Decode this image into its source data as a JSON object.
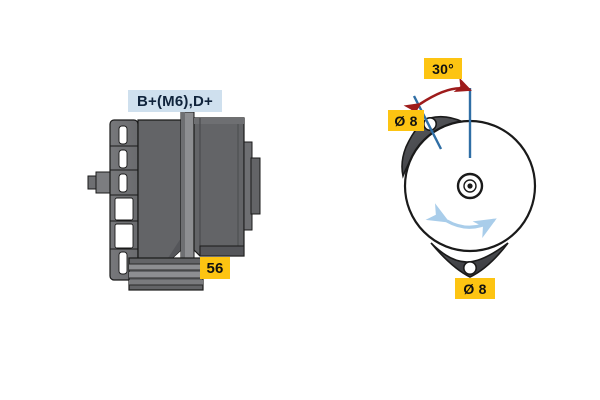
{
  "drawing": {
    "title": "Alternator technical drawing",
    "background_color": "#ffffff",
    "views": [
      {
        "name": "side-view",
        "position": "left"
      },
      {
        "name": "end-view",
        "position": "right"
      }
    ]
  },
  "colors": {
    "yellow_chip": "#fdc412",
    "blue_chip": "#cfe0ee",
    "chip_text": "#111111",
    "body_grey": "#636467",
    "body_grey_dark": "#4a4b4e",
    "body_grey_light": "#8d8e91",
    "outline": "#1a1a1a",
    "centerline_blue": "#2f6ea5",
    "rotation_arrow_blue": "#a9cdea",
    "angle_arrow_red": "#9e1b1b"
  },
  "labels": {
    "terminal_bplus": "B+(M6),D+",
    "terminal_56": "56",
    "angle_30": "30°",
    "diameter_top": "Ø 8",
    "diameter_bottom": "Ø 8"
  },
  "annotations": {
    "mounting_hole_diameter": 8,
    "mounting_angle_degrees": 30,
    "rotation_indicator": "bidirectional-arc-arrow",
    "shaft_center": "concentric-hub"
  }
}
